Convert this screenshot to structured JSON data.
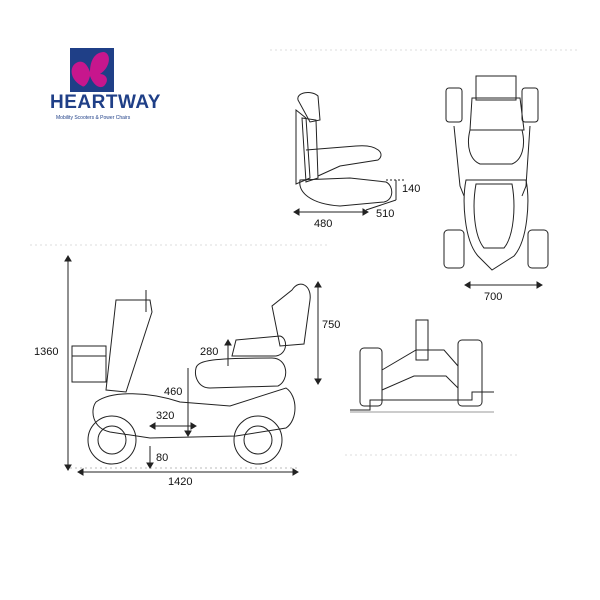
{
  "brand": {
    "name": "HEARTWAY",
    "tagline": "Mobility Scooters & Power Chairs",
    "colors": {
      "primary": "#1f3f87",
      "accent": "#c7168d"
    },
    "icon": "butterfly-logo-icon"
  },
  "views": {
    "seat": {
      "width": "480",
      "depth": "510",
      "height": "140"
    },
    "top": {
      "width": "700"
    },
    "side": {
      "overall_height": "1360",
      "seat_back_height": "750",
      "armrest_height": "280",
      "seat_height": "460",
      "floor_length": "320",
      "ground_clearance": "80",
      "overall_length": "1420"
    }
  }
}
